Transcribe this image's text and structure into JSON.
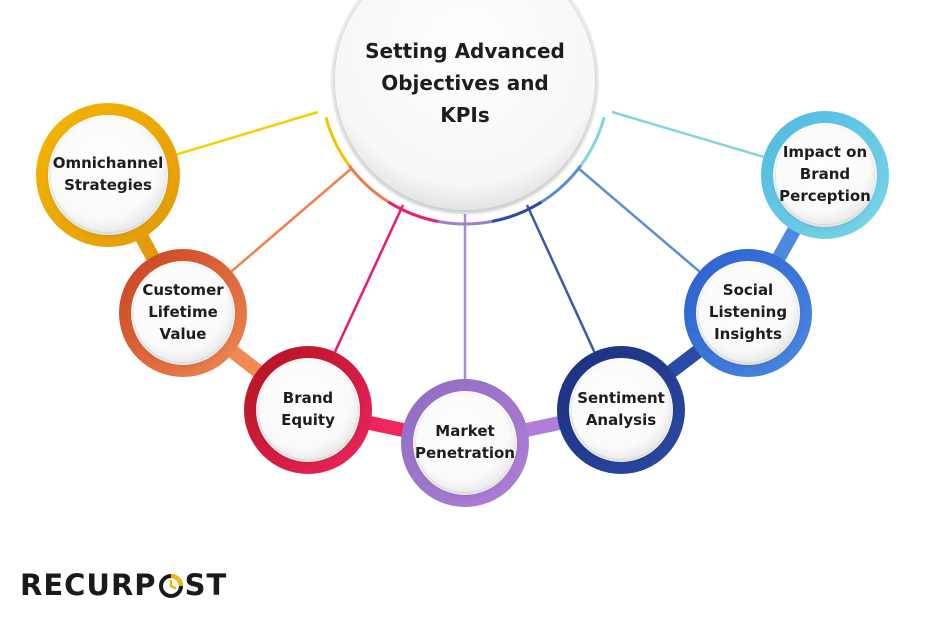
{
  "center": {
    "title_lines": [
      "Setting Advanced",
      "Objectives and",
      "KPIs"
    ]
  },
  "nodes": [
    {
      "id": "omnichannel",
      "lines": [
        "Omnichannel",
        "Strategies"
      ],
      "color_start": "#f5b400",
      "color_end": "#e39a0a"
    },
    {
      "id": "clv",
      "lines": [
        "Customer",
        "Lifetime",
        "Value"
      ],
      "color_start": "#c8401e",
      "color_end": "#f08a55"
    },
    {
      "id": "brand-equity",
      "lines": [
        "Brand",
        "Equity"
      ],
      "color_start": "#b3121e",
      "color_end": "#f0255f"
    },
    {
      "id": "market-penetration",
      "lines": [
        "Market",
        "Penetration"
      ],
      "color_start": "#8f6cc2",
      "color_end": "#b07ed8"
    },
    {
      "id": "sentiment",
      "lines": [
        "Sentiment",
        "Analysis"
      ],
      "color_start": "#1b2f7c",
      "color_end": "#2b4aa6"
    },
    {
      "id": "social-listening",
      "lines": [
        "Social",
        "Listening",
        "Insights"
      ],
      "color_start": "#2a5fcf",
      "color_end": "#4b8ae0"
    },
    {
      "id": "brand-perception",
      "lines": [
        "Impact on",
        "Brand",
        "Perception"
      ],
      "color_start": "#4fb9e2",
      "color_end": "#7ad6e6"
    }
  ],
  "connector_colors": [
    "#f5d000",
    "#f0804f",
    "#e8197a",
    "#a98bd0",
    "#3c5aa8",
    "#5a8fd2",
    "#7fd5e0"
  ],
  "arc_colors": [
    "#f5c400",
    "#f07a4a",
    "#e81f6e",
    "#9b7fd0",
    "#2b4aa6",
    "#5a8fd2",
    "#7fd5e0"
  ],
  "logo": {
    "text_before": "RECURP",
    "text_after": "ST",
    "accent": "#f5b800"
  }
}
